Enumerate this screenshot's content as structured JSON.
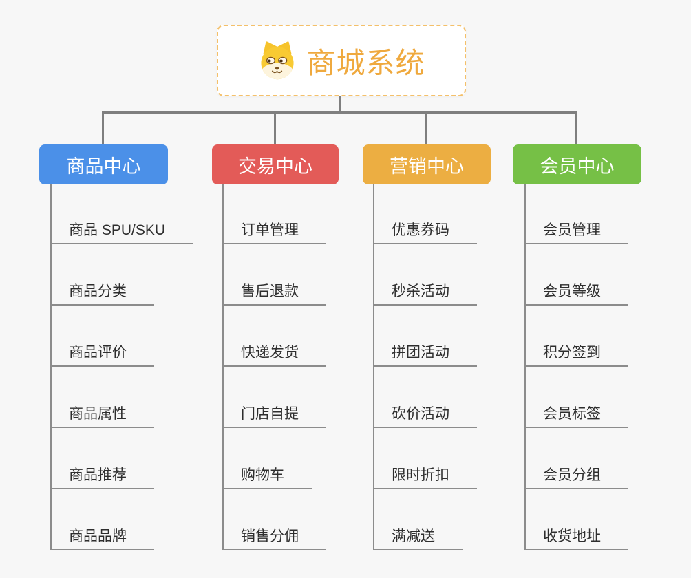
{
  "page": {
    "background_color": "#f7f7f7",
    "connector_color": "#7f7f7f"
  },
  "root": {
    "label": "商城系统",
    "icon": "dog-face-icon",
    "text_color": "#efa93e",
    "border_color": "#f4c06a",
    "background_color": "#ffffff"
  },
  "branches": [
    {
      "label": "商品中心",
      "color": "#4b90e8",
      "children": [
        "商品 SPU/SKU",
        "商品分类",
        "商品评价",
        "商品属性",
        "商品推荐",
        "商品品牌"
      ]
    },
    {
      "label": "交易中心",
      "color": "#e35b58",
      "children": [
        "订单管理",
        "售后退款",
        "快递发货",
        "门店自提",
        "购物车",
        "销售分佣"
      ]
    },
    {
      "label": "营销中心",
      "color": "#ecae42",
      "children": [
        "优惠券码",
        "秒杀活动",
        "拼团活动",
        "砍价活动",
        "限时折扣",
        "满减送"
      ]
    },
    {
      "label": "会员中心",
      "color": "#76c046",
      "children": [
        "会员管理",
        "会员等级",
        "积分签到",
        "会员标签",
        "会员分组",
        "收货地址"
      ]
    }
  ]
}
